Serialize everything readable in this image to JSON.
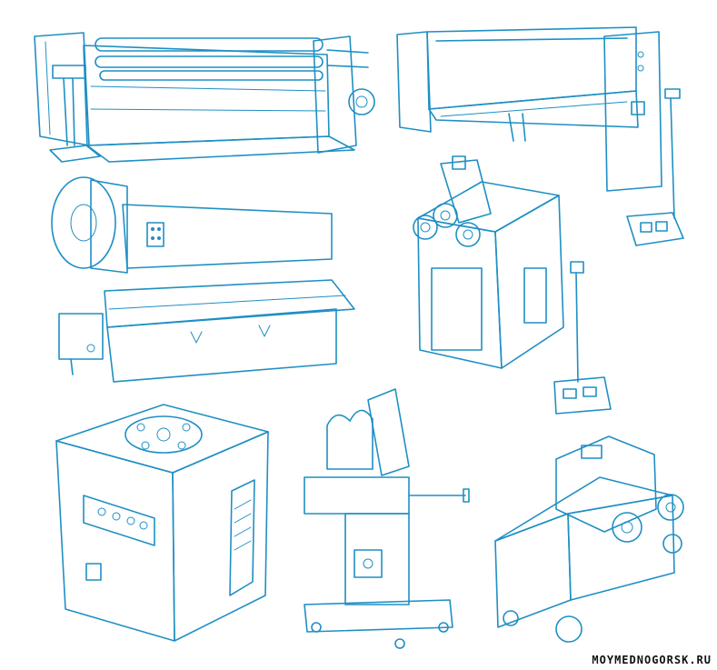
{
  "watermark": "MOYMEDNOGORSK.RU",
  "illustration_color": "#1f8fc4",
  "machines": [
    "plate-rolling-machine",
    "sheet-bending-machine",
    "guillotine-shear",
    "profile-bending-machine",
    "rebar-bending-machine",
    "ironworker-punch-machine",
    "rebar-cutting-machine"
  ]
}
